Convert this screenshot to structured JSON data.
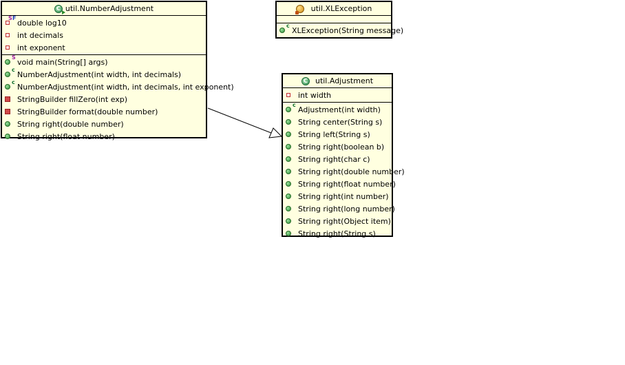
{
  "classes": {
    "number_adjustment": {
      "title": "util.NumberAdjustment",
      "fields": [
        {
          "label": "double log10",
          "visibility": "private",
          "modifiers": [
            "S",
            "F"
          ]
        },
        {
          "label": "int decimals",
          "visibility": "private",
          "modifiers": []
        },
        {
          "label": "int exponent",
          "visibility": "private",
          "modifiers": []
        }
      ],
      "methods": [
        {
          "label": "void main(String[] args)",
          "visibility": "public",
          "modifiers": [
            "S"
          ]
        },
        {
          "label": "NumberAdjustment(int width, int decimals)",
          "visibility": "public",
          "modifiers": [
            "c"
          ]
        },
        {
          "label": "NumberAdjustment(int width, int decimals, int exponent)",
          "visibility": "public",
          "modifiers": [
            "c"
          ]
        },
        {
          "label": "StringBuilder fillZero(int exp)",
          "visibility": "private",
          "modifiers": []
        },
        {
          "label": "StringBuilder format(double number)",
          "visibility": "private",
          "modifiers": []
        },
        {
          "label": "String right(double number)",
          "visibility": "public",
          "modifiers": []
        },
        {
          "label": "String right(float number)",
          "visibility": "public",
          "modifiers": []
        }
      ]
    },
    "xl_exception": {
      "title": "util.XLException",
      "methods": [
        {
          "label": "XLException(String message)",
          "visibility": "public",
          "modifiers": [
            "c"
          ]
        }
      ]
    },
    "adjustment": {
      "title": "util.Adjustment",
      "fields": [
        {
          "label": "int width",
          "visibility": "package",
          "modifiers": []
        }
      ],
      "methods": [
        {
          "label": "Adjustment(int width)",
          "visibility": "public",
          "modifiers": [
            "c"
          ]
        },
        {
          "label": "String center(String s)",
          "visibility": "public",
          "modifiers": []
        },
        {
          "label": "String left(String s)",
          "visibility": "public",
          "modifiers": []
        },
        {
          "label": "String right(boolean b)",
          "visibility": "public",
          "modifiers": []
        },
        {
          "label": "String right(char c)",
          "visibility": "public",
          "modifiers": []
        },
        {
          "label": "String right(double number)",
          "visibility": "public",
          "modifiers": []
        },
        {
          "label": "String right(float number)",
          "visibility": "public",
          "modifiers": []
        },
        {
          "label": "String right(int number)",
          "visibility": "public",
          "modifiers": []
        },
        {
          "label": "String right(long number)",
          "visibility": "public",
          "modifiers": []
        },
        {
          "label": "String right(Object item)",
          "visibility": "public",
          "modifiers": []
        },
        {
          "label": "String right(String s)",
          "visibility": "public",
          "modifiers": []
        }
      ]
    }
  },
  "relations": [
    {
      "from": "util.NumberAdjustment",
      "to": "util.Adjustment",
      "type": "generalization"
    }
  ],
  "colors": {
    "class_fill": "#ffffe0",
    "border": "#000000",
    "public": "#2e8b3a",
    "private": "#c03030"
  }
}
